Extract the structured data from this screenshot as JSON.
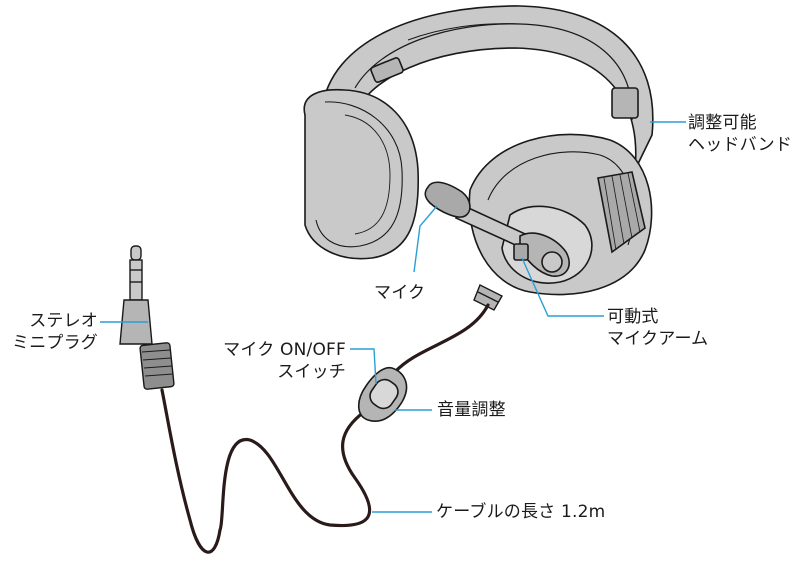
{
  "labels": {
    "headband": {
      "line1": "調整可能",
      "line2": "ヘッドバンド"
    },
    "mic": "マイク",
    "mic_arm": {
      "line1": "可動式",
      "line2": "マイクアーム"
    },
    "stereo_plug": {
      "line1": "ステレオ",
      "line2": "ミニプラグ"
    },
    "mic_switch": {
      "line1": "マイク ON/OFF",
      "line2": "スイッチ"
    },
    "volume": "音量調整",
    "cable_length": "ケーブルの長さ 1.2m"
  },
  "colors": {
    "leader_line": "#2a9fd6",
    "outline": "#1a1a1a",
    "fill_main": "#c9c9c9",
    "fill_light": "#d8d8d8",
    "fill_dark": "#a9a9a9",
    "cable": "#2a1a1a"
  }
}
